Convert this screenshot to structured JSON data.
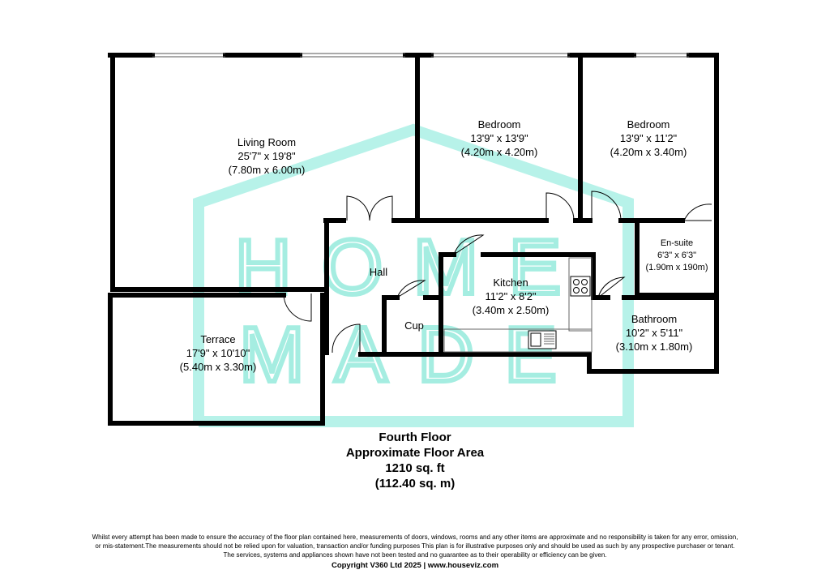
{
  "watermark": {
    "line1": "HOME",
    "line2": "MADE",
    "color": "#7fe5d5"
  },
  "rooms": {
    "living_room": {
      "name": "Living Room",
      "imperial": "25'7\" x 19'8\"",
      "metric": "(7.80m x 6.00m)"
    },
    "bedroom_1": {
      "name": "Bedroom",
      "imperial": "13'9\" x 13'9\"",
      "metric": "(4.20m x 4.20m)"
    },
    "bedroom_2": {
      "name": "Bedroom",
      "imperial": "13'9\" x 11'2\"",
      "metric": "(4.20m x 3.40m)"
    },
    "ensuite": {
      "name": "En-suite",
      "imperial": "6'3\" x 6'3\"",
      "metric": "(1.90m x 190m)"
    },
    "hall": {
      "name": "Hall"
    },
    "kitchen": {
      "name": "Kitchen",
      "imperial": "11'2\" x 8'2\"",
      "metric": "(3.40m x 2.50m)"
    },
    "cup": {
      "name": "Cup"
    },
    "bathroom": {
      "name": "Bathroom",
      "imperial": "10'2\" x 5'11\"",
      "metric": "(3.10m x 1.80m)"
    },
    "terrace": {
      "name": "Terrace",
      "imperial": "17'9\" x 10'10\"",
      "metric": "(5.40m x 3.30m)"
    }
  },
  "summary": {
    "floor": "Fourth Floor",
    "area_label": "Approximate Floor Area",
    "area_sqft": "1210 sq. ft",
    "area_sqm": "(112.40 sq. m)"
  },
  "disclaimer": {
    "line1": "Whilst every attempt has been made to ensure the accuracy of the floor plan contained here, measurements of doors, windows, rooms and any other items are approximate and no responsibility is taken for any error, omission,",
    "line2": "or mis-statement.The measurements should not be relied upon for valuation, transaction and/or funding purposes This plan is for illustrative purposes only and should be used as such by any prospective purchaser or tenant.",
    "line3": "The services, systems and appliances shown have not been tested and no guarantee as to their operability or efficiency can be given."
  },
  "copyright": "Copyright V360 Ltd 2025 | www.houseviz.com"
}
